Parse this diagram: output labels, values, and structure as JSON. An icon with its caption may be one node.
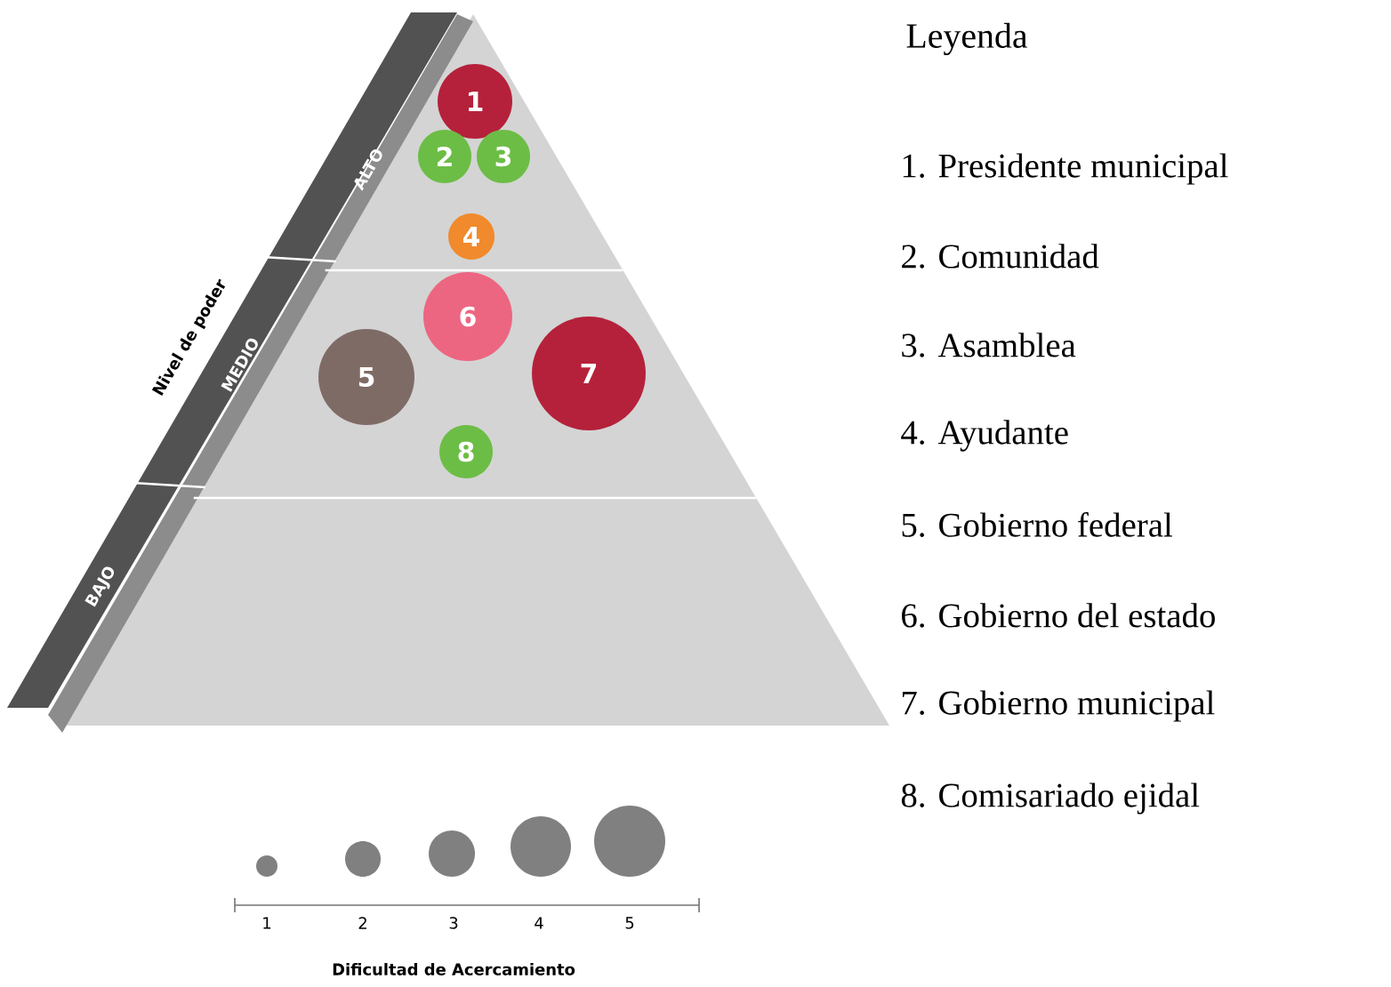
{
  "diagram": {
    "nodes": [
      {
        "text": [
          "1"
        ]
      },
      {
        "text": [
          "2"
        ]
      },
      {
        "text": [
          "3"
        ]
      },
      {
        "text": [
          "4"
        ]
      },
      {
        "text": [
          "5"
        ]
      },
      {
        "text": [
          "6"
        ]
      },
      {
        "text": [
          "7"
        ]
      },
      {
        "text": [
          "8"
        ]
      }
    ],
    "labels": [
      "Leyenda",
      "1. Presidente municipal",
      "2. Comunidad",
      "3. Asamblea",
      "4. Ayudante",
      "5. Gobierno federal",
      "6. Gobierno del estado",
      "7. Gobierno municipal",
      "8. Comisariado ejidal",
      "ALTO",
      "MEDIO",
      "BAJO",
      "Nivel de poder",
      "1",
      "2",
      "3",
      "4",
      "5",
      "Dificultad de Acercamiento"
    ]
  }
}
